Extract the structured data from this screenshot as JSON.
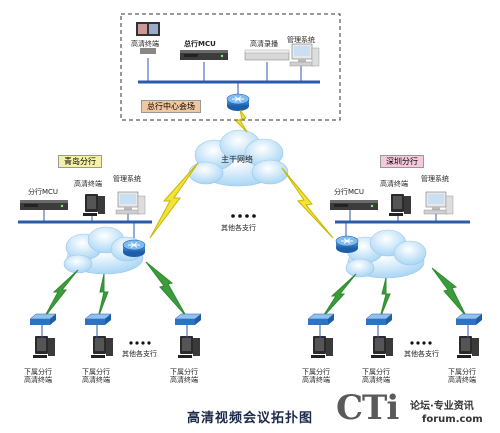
{
  "hq": {
    "devices": {
      "hd_terminal": "高清终端",
      "mcu": "总行MCU",
      "recorder": "高清录播",
      "mgmt": "管理系统"
    },
    "venue": "总行中心会场"
  },
  "backbone": {
    "label": "主干网络"
  },
  "others_center": "其他各支行",
  "qingdao": {
    "title": "青岛分行",
    "mcu": "分行MCU",
    "terminal": "高清终端",
    "mgmt": "管理系统",
    "endpoints": [
      "下属分行\n高清终端",
      "下属分行\n高清终端",
      "下属分行\n高清终端"
    ],
    "others": "其他各支行"
  },
  "shenzhen": {
    "title": "深圳分行",
    "mcu": "分行MCU",
    "terminal": "高清终端",
    "mgmt": "管理系统",
    "endpoints": [
      "下属分行\n高清终端",
      "下属分行\n高清终端",
      "下属分行\n高清终端"
    ],
    "others": "其他各支行"
  },
  "caption": "高清视频会议拓扑图",
  "watermark": {
    "brand": "CTi",
    "line1": "论坛·专业资讯",
    "line2": "forum.com"
  },
  "colors": {
    "bus": "#2b5aa8",
    "cloud": "#cfe8fb",
    "qingdao_tag": "#f5f0a8",
    "shenzhen_tag": "#f5c8dc",
    "venue_tag": "#f0c8a0",
    "wan_link": "#f2e23a",
    "lan_link": "#2e8b2e"
  }
}
